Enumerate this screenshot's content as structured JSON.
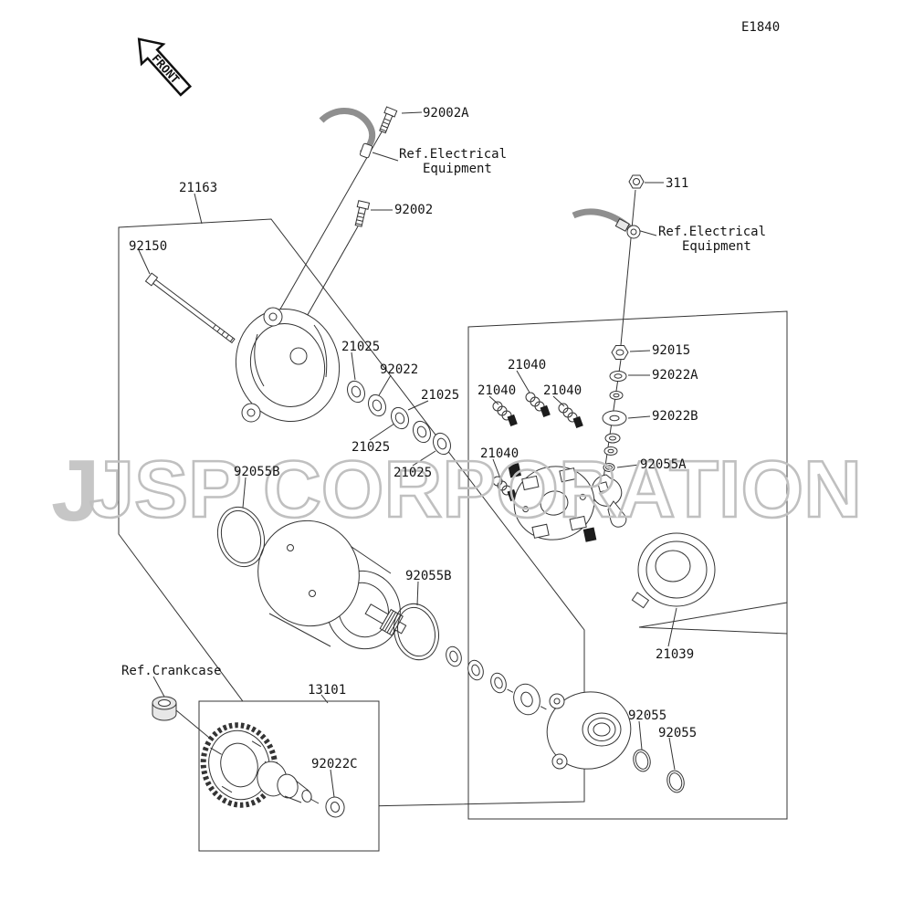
{
  "page": {
    "code": "E1840",
    "front_label": "FRONT",
    "watermark_mark": "J",
    "watermark": "JSP CORPORATION"
  },
  "refs": {
    "electrical_line1": "Ref.Electrical",
    "electrical_line2": "Equipment",
    "crankcase": "Ref.Crankcase"
  },
  "parts": {
    "p21163": "21163",
    "p92150": "92150",
    "p92002": "92002",
    "p92002a": "92002A",
    "p311": "311",
    "p92015": "92015",
    "p92022a": "92022A",
    "p92022b": "92022B",
    "p92055a": "92055A",
    "p21025": "21025",
    "p92022": "92022",
    "p21040": "21040",
    "p92055b": "92055B",
    "p21039": "21039",
    "p13101": "13101",
    "p92022c": "92022C",
    "p92055": "92055"
  }
}
